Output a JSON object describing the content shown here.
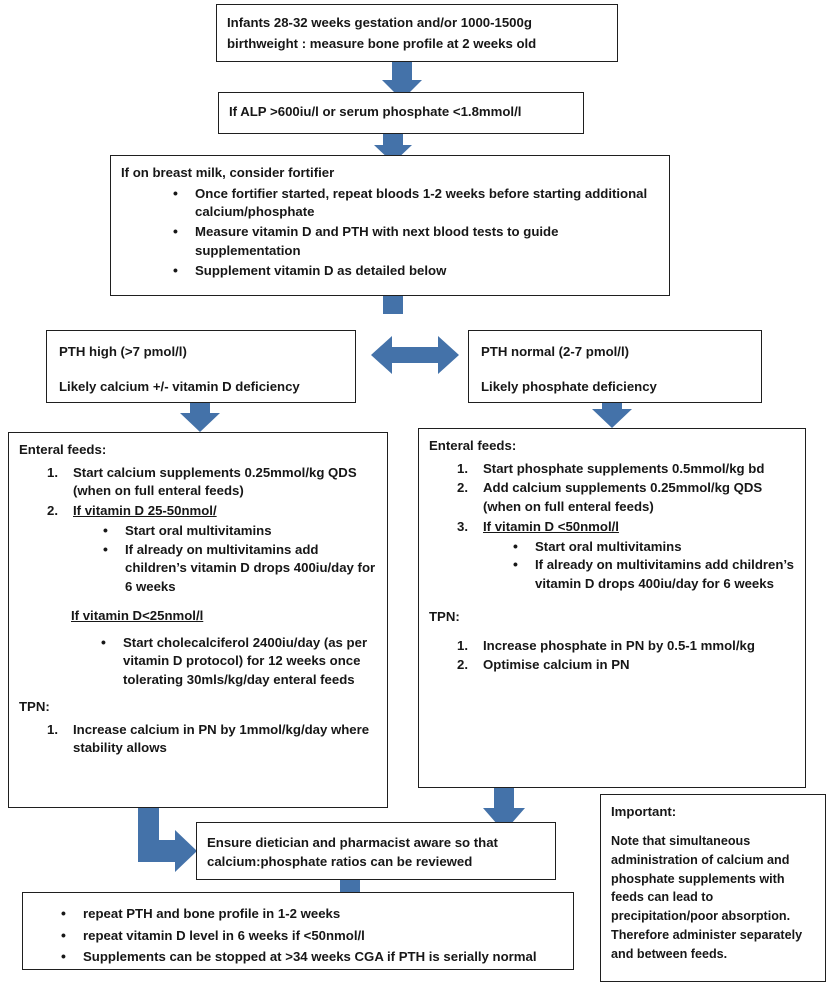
{
  "colors": {
    "arrow_blue": "#4472A9",
    "arrow_blue_dark": "#3A6499",
    "box_border": "#1f1f1f",
    "text": "#171717",
    "background": "#ffffff"
  },
  "flowchart": {
    "title_box": {
      "line1": "Infants 28-32 weeks gestation and/or 1000-1500g",
      "line2": "birthweight : measure bone profile at 2 weeks old"
    },
    "alp_box": {
      "text": "If ALP >600iu/l or serum phosphate <1.8mmol/l"
    },
    "fortifier_box": {
      "heading": "If on breast milk, consider fortifier",
      "bullets": [
        "Once fortifier started, repeat bloods 1-2 weeks before starting additional calcium/phosphate",
        "Measure vitamin D and PTH with next blood tests to guide supplementation",
        "Supplement vitamin D as detailed below"
      ]
    },
    "pth_high_box": {
      "line1": "PTH high (>7 pmol/l)",
      "line2": "Likely calcium +/- vitamin D deficiency"
    },
    "pth_normal_box": {
      "line1": "PTH normal (2-7 pmol/l)",
      "line2": "Likely phosphate deficiency"
    },
    "left_main_box": {
      "enteral_label": "Enteral feeds:",
      "item1_line1": "Start calcium supplements 0.25mmol/kg QDS",
      "item1_line2": "(when on full enteral feeds)",
      "item2_heading": "If vitamin D 25-50nmol/",
      "item2_bullets": [
        "Start oral multivitamins",
        "If already on multivitamins add children’s vitamin D drops 400iu/day for 6 weeks"
      ],
      "sub_heading": "If vitamin D<25nmol/l",
      "sub_bullets": [
        "Start cholecalciferol 2400iu/day (as per vitamin D protocol) for 12 weeks once tolerating 30mls/kg/day enteral feeds"
      ],
      "tpn_label": "TPN:",
      "tpn_items": [
        "Increase calcium in PN by 1mmol/kg/day where stability allows"
      ]
    },
    "right_main_box": {
      "enteral_label": "Enteral feeds:",
      "item1": "Start phosphate supplements 0.5mmol/kg bd",
      "item2_line1": "Add calcium supplements 0.25mmol/kg QDS",
      "item2_line2": "(when on full enteral feeds)",
      "item3_heading": "If vitamin D <50nmol/l",
      "item3_bullets": [
        "Start oral multivitamins",
        "If already on multivitamins add children’s vitamin D drops 400iu/day for 6 weeks"
      ],
      "tpn_label": "TPN:",
      "tpn_items": [
        "Increase phosphate in PN by 0.5-1 mmol/kg",
        "Optimise calcium in PN"
      ]
    },
    "dietician_box": {
      "line1": "Ensure dietician and pharmacist aware so that",
      "line2": "calcium:phosphate ratios can be reviewed"
    },
    "final_box": {
      "bullets": [
        "repeat PTH and bone profile in 1-2 weeks",
        "repeat vitamin D level in 6 weeks if <50nmol/l",
        "Supplements can be stopped at >34 weeks CGA if PTH is serially normal"
      ]
    },
    "important_box": {
      "heading": "Important:",
      "body": "Note that simultaneous administration of calcium and phosphate supplements with feeds can lead to precipitation/poor absorption. Therefore administer separately and between feeds."
    },
    "arrows": [
      {
        "name": "arrow-title-to-alp",
        "direction": "down"
      },
      {
        "name": "arrow-alp-to-fortifier",
        "direction": "down"
      },
      {
        "name": "arrow-fortifier-to-split",
        "direction": "down"
      },
      {
        "name": "arrow-pth-high-normal-link",
        "direction": "left-right"
      },
      {
        "name": "arrow-pth-high-to-left-main",
        "direction": "down"
      },
      {
        "name": "arrow-pth-normal-to-right-main",
        "direction": "down"
      },
      {
        "name": "arrow-left-main-to-dietician",
        "direction": "elbow-down-right"
      },
      {
        "name": "arrow-right-main-to-dietician",
        "direction": "down"
      },
      {
        "name": "arrow-dietician-to-final",
        "direction": "down"
      }
    ]
  }
}
